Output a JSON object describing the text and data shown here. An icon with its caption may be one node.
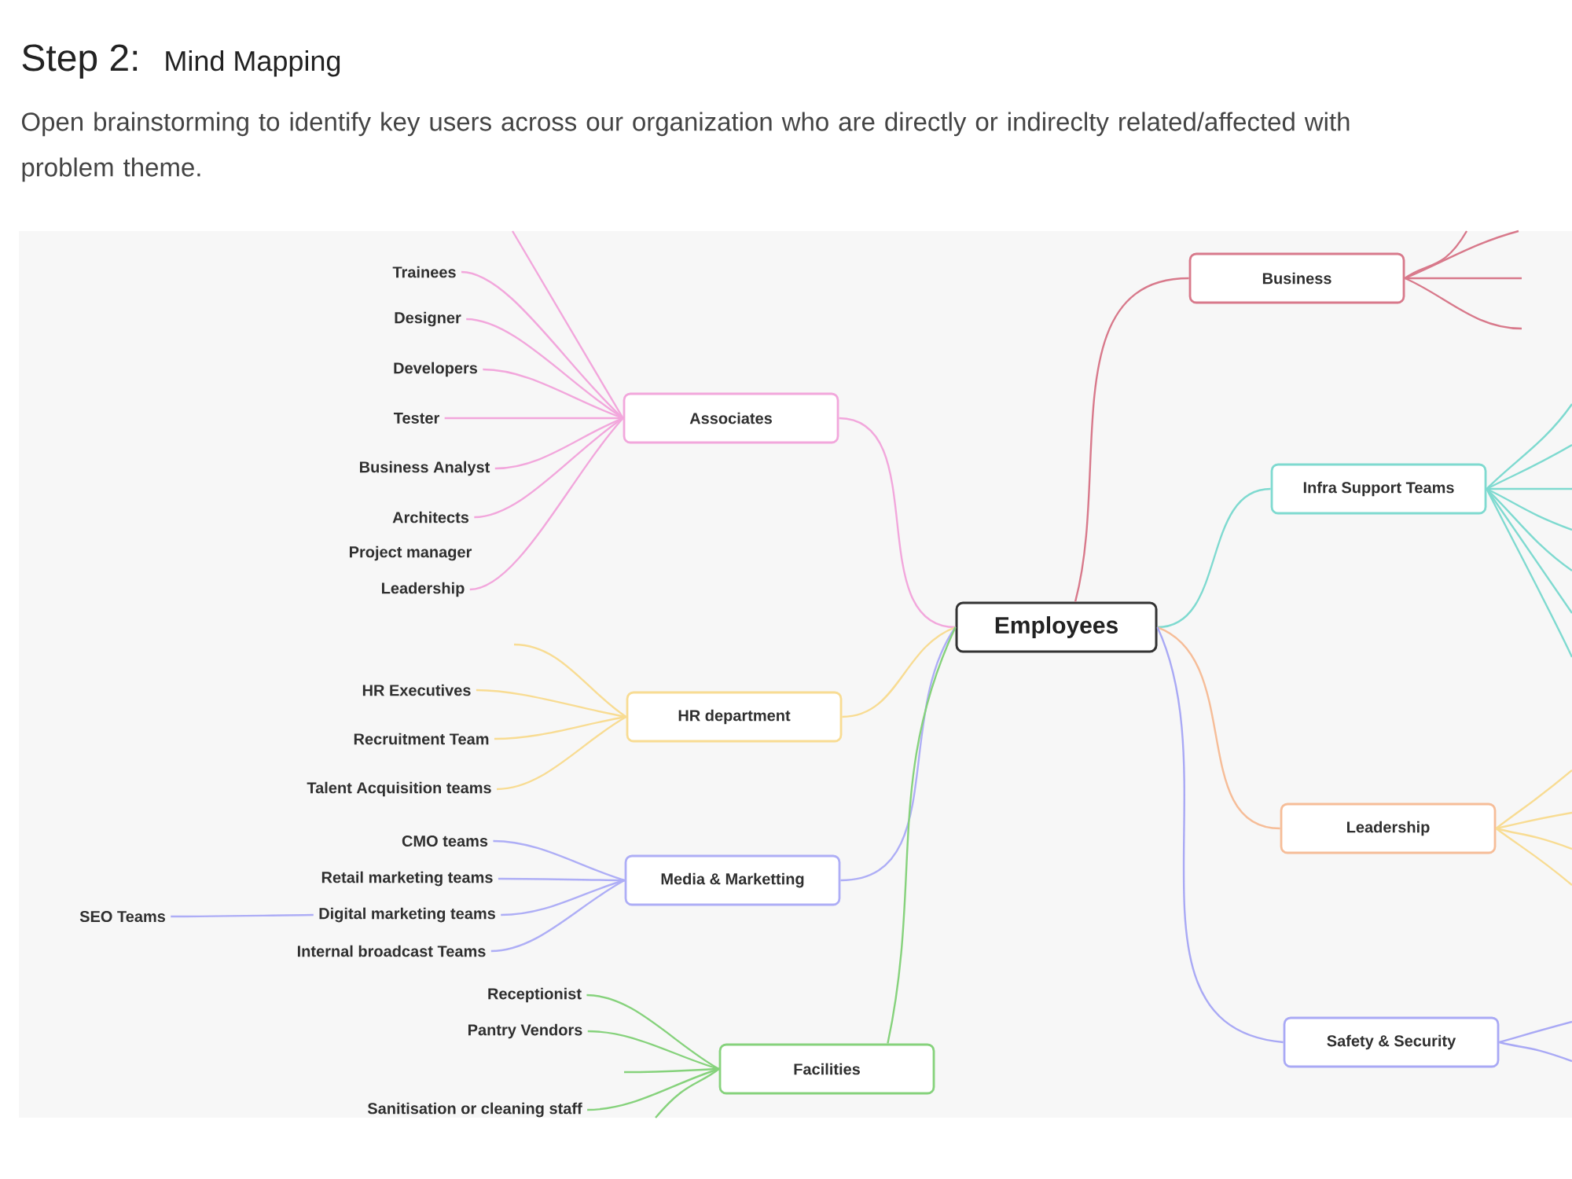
{
  "diagram": {
    "title": "Step 2:",
    "nodes": [
      {
        "text": [
          "Employees"
        ]
      },
      {
        "text": [
          "Associates"
        ]
      },
      {
        "text": [
          "Trainees"
        ]
      },
      {
        "text": [
          "Designer"
        ]
      },
      {
        "text": [
          "Developers"
        ]
      },
      {
        "text": [
          "Tester"
        ]
      },
      {
        "text": [
          "Business Analyst"
        ]
      },
      {
        "text": [
          "Architects"
        ]
      },
      {
        "text": [
          "Leadership"
        ]
      },
      {
        "text": [
          "HR department"
        ]
      },
      {
        "text": [
          "HR Executives"
        ]
      },
      {
        "text": [
          "Recruitment Team"
        ]
      },
      {
        "text": [
          "Talent Acquisition teams"
        ]
      },
      {
        "text": [
          "Media & Marketting"
        ]
      },
      {
        "text": [
          "CMO teams"
        ]
      },
      {
        "text": [
          "Retail marketing teams"
        ]
      },
      {
        "text": [
          "Digital marketing teams"
        ]
      },
      {
        "text": [
          "Internal broadcast Teams"
        ]
      },
      {
        "text": [
          "SEO Teams"
        ]
      },
      {
        "text": [
          "Facilities"
        ]
      },
      {
        "text": [
          "Receptionist"
        ]
      },
      {
        "text": [
          "Pantry Vendors"
        ]
      },
      {
        "text": [
          "Sanitisation or cleaning staff"
        ]
      },
      {
        "text": [
          "Business"
        ]
      },
      {
        "text": [
          "Infra Support Teams"
        ]
      },
      {
        "text": [
          "Leadership"
        ]
      },
      {
        "text": [
          "Safety & Security"
        ]
      }
    ],
    "edges": [
      {
        "from": 0,
        "to": 1,
        "arrow": "none",
        "color": "#f2a7dc"
      },
      {
        "from": 1,
        "to": null,
        "arrow": "none",
        "color": "#f2a7dc"
      },
      {
        "from": 1,
        "to": 2,
        "arrow": "none",
        "color": "#f2a7dc"
      },
      {
        "from": 1,
        "to": 3,
        "arrow": "none",
        "color": "#f2a7dc"
      },
      {
        "from": 1,
        "to": 4,
        "arrow": "none",
        "color": "#f2a7dc"
      },
      {
        "from": 1,
        "to": 5,
        "arrow": "none",
        "color": "#f2a7dc"
      },
      {
        "from": 1,
        "to": 6,
        "arrow": "none",
        "color": "#f2a7dc"
      },
      {
        "from": 1,
        "to": 7,
        "arrow": "none",
        "color": "#f2a7dc"
      },
      {
        "from": 1,
        "to": 8,
        "arrow": "none",
        "color": "#f2a7dc"
      },
      {
        "from": 0,
        "to": 9,
        "arrow": "none",
        "color": "#f8dc93"
      },
      {
        "from": 9,
        "to": null,
        "arrow": "none",
        "color": "#f8dc93"
      },
      {
        "from": 9,
        "to": 10,
        "arrow": "none",
        "color": "#f8dc93"
      },
      {
        "from": 9,
        "to": 11,
        "arrow": "none",
        "color": "#f8dc93"
      },
      {
        "from": 9,
        "to": 12,
        "arrow": "none",
        "color": "#f8dc93"
      },
      {
        "from": 0,
        "to": 13,
        "arrow": "none",
        "color": "#aeaef6"
      },
      {
        "from": 13,
        "to": 14,
        "arrow": "none",
        "color": "#aeaef6"
      },
      {
        "from": 13,
        "to": 15,
        "arrow": "none",
        "color": "#aeaef6"
      },
      {
        "from": 13,
        "to": 16,
        "arrow": "none",
        "color": "#aeaef6"
      },
      {
        "from": 13,
        "to": 17,
        "arrow": "none",
        "color": "#aeaef6"
      },
      {
        "from": 16,
        "to": 18,
        "arrow": "none",
        "color": "#aeaef6"
      },
      {
        "from": 0,
        "to": 19,
        "arrow": "none",
        "color": "#86d27c"
      },
      {
        "from": 19,
        "to": 20,
        "arrow": "none",
        "color": "#86d27c"
      },
      {
        "from": 19,
        "to": 21,
        "arrow": "none",
        "color": "#86d27c"
      },
      {
        "from": 19,
        "to": null,
        "arrow": "none",
        "color": "#86d27c"
      },
      {
        "from": 19,
        "to": 22,
        "arrow": "none",
        "color": "#86d27c"
      },
      {
        "from": 19,
        "to": null,
        "arrow": "none",
        "color": "#86d27c"
      },
      {
        "from": 0,
        "to": 23,
        "arrow": "none",
        "color": "#d8798b"
      },
      {
        "from": 23,
        "to": null,
        "arrow": "none",
        "color": "#d8798b"
      },
      {
        "from": 23,
        "to": null,
        "arrow": "none",
        "color": "#d8798b"
      },
      {
        "from": 23,
        "to": null,
        "arrow": "none",
        "color": "#d8798b"
      },
      {
        "from": 23,
        "to": null,
        "arrow": "none",
        "color": "#d8798b"
      },
      {
        "from": 0,
        "to": 24,
        "arrow": "none",
        "color": "#7fdad0"
      },
      {
        "from": 24,
        "to": null,
        "arrow": "none",
        "color": "#7fdad0"
      },
      {
        "from": 24,
        "to": null,
        "arrow": "none",
        "color": "#7fdad0"
      },
      {
        "from": 24,
        "to": null,
        "arrow": "none",
        "color": "#7fdad0"
      },
      {
        "from": 24,
        "to": null,
        "arrow": "none",
        "color": "#7fdad0"
      },
      {
        "from": 24,
        "to": null,
        "arrow": "none",
        "color": "#7fdad0"
      },
      {
        "from": 24,
        "to": null,
        "arrow": "none",
        "color": "#7fdad0"
      },
      {
        "from": 24,
        "to": null,
        "arrow": "none",
        "color": "#7fdad0"
      },
      {
        "from": 0,
        "to": 25,
        "arrow": "none",
        "color": "#f6bd98"
      },
      {
        "from": 25,
        "to": null,
        "arrow": "none",
        "color": "#f8dc93"
      },
      {
        "from": 25,
        "to": null,
        "arrow": "none",
        "color": "#f8dc93"
      },
      {
        "from": 25,
        "to": null,
        "arrow": "none",
        "color": "#f8dc93"
      },
      {
        "from": 25,
        "to": null,
        "arrow": "none",
        "color": "#f8dc93"
      },
      {
        "from": 0,
        "to": 26,
        "arrow": "none",
        "color": "#a9a9f5"
      },
      {
        "from": 26,
        "to": null,
        "arrow": "none",
        "color": "#a9a9f5"
      },
      {
        "from": 26,
        "to": null,
        "arrow": "none",
        "color": "#a9a9f5"
      }
    ],
    "labels": [
      "Mind Mapping",
      "Open brainstorming to identify key users across our organization who are directly or indireclty related/affected with problem theme.",
      "Project manager"
    ]
  }
}
